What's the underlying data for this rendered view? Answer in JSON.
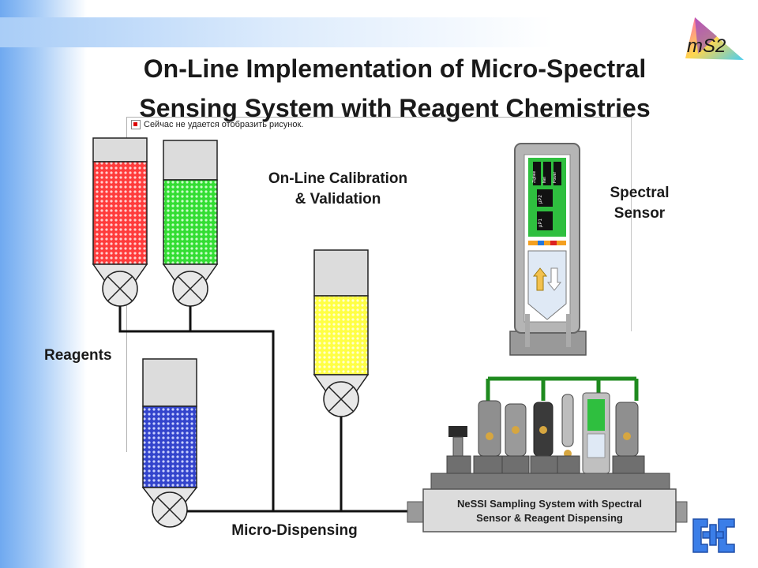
{
  "slide": {
    "title_line1": "On-Line Implementation of Micro-Spectral",
    "title_line2": "Sensing System with Reagent Chemistries",
    "logo_text": "mS2"
  },
  "placeholder": {
    "message": "Сейчас не удается отобразить рисунок."
  },
  "labels": {
    "calibration": "On-Line Calibration & Validation",
    "spectral_sensor": "Spectral Sensor",
    "reagents": "Reagents",
    "micro_dispensing": "Micro-Dispensing"
  },
  "sensor_module": {
    "chip_labels": [
      "Zigbee",
      "Net",
      "Power",
      "µP2",
      "µP1"
    ]
  },
  "sampling_system": {
    "plate_text_line1": "NeSSI Sampling System with Spectral",
    "plate_text_line2": "Sensor & Reagent Dispensing"
  },
  "colors": {
    "reagent_red": "#ff3b3b",
    "reagent_green": "#33dd33",
    "reagent_blue": "#3344cc",
    "calibrant_yellow": "#ffff44",
    "sensor_green": "#2fbf3f",
    "pipe_green": "#1e8a1e",
    "cc_logo_blue": "#3b7ee8"
  }
}
